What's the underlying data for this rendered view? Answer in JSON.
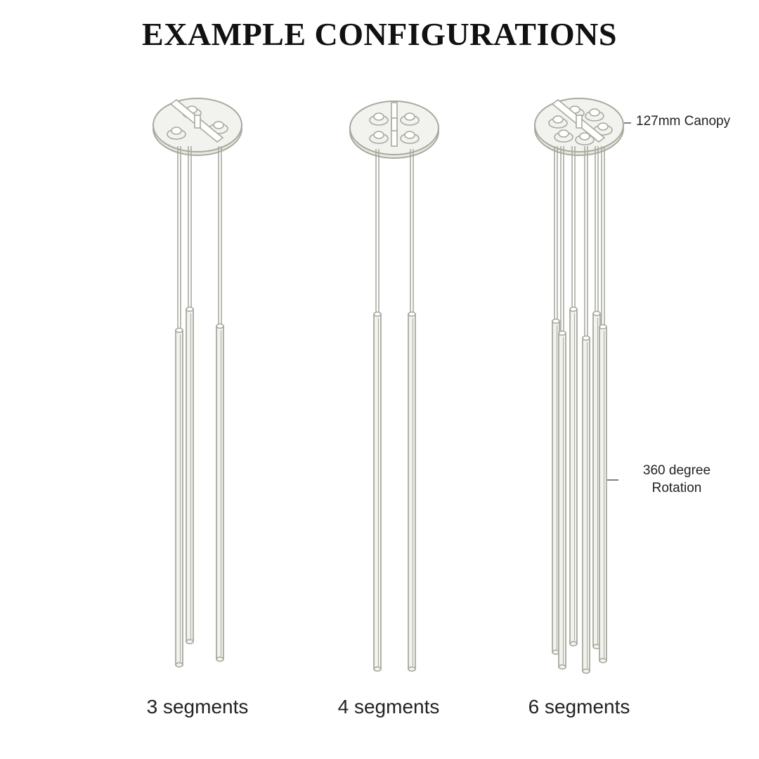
{
  "title": "EXAMPLE CONFIGURATIONS",
  "annotations": {
    "canopy": "127mm Canopy",
    "rotation_line1": "360 degree",
    "rotation_line2": "Rotation"
  },
  "configurations": [
    {
      "label": "3 segments",
      "segments": 3
    },
    {
      "label": "4 segments",
      "segments": 4
    },
    {
      "label": "6 segments",
      "segments": 6
    }
  ],
  "colors": {
    "line": "#a7aa9e",
    "fill": "#f2f2ee",
    "text": "#222222"
  }
}
